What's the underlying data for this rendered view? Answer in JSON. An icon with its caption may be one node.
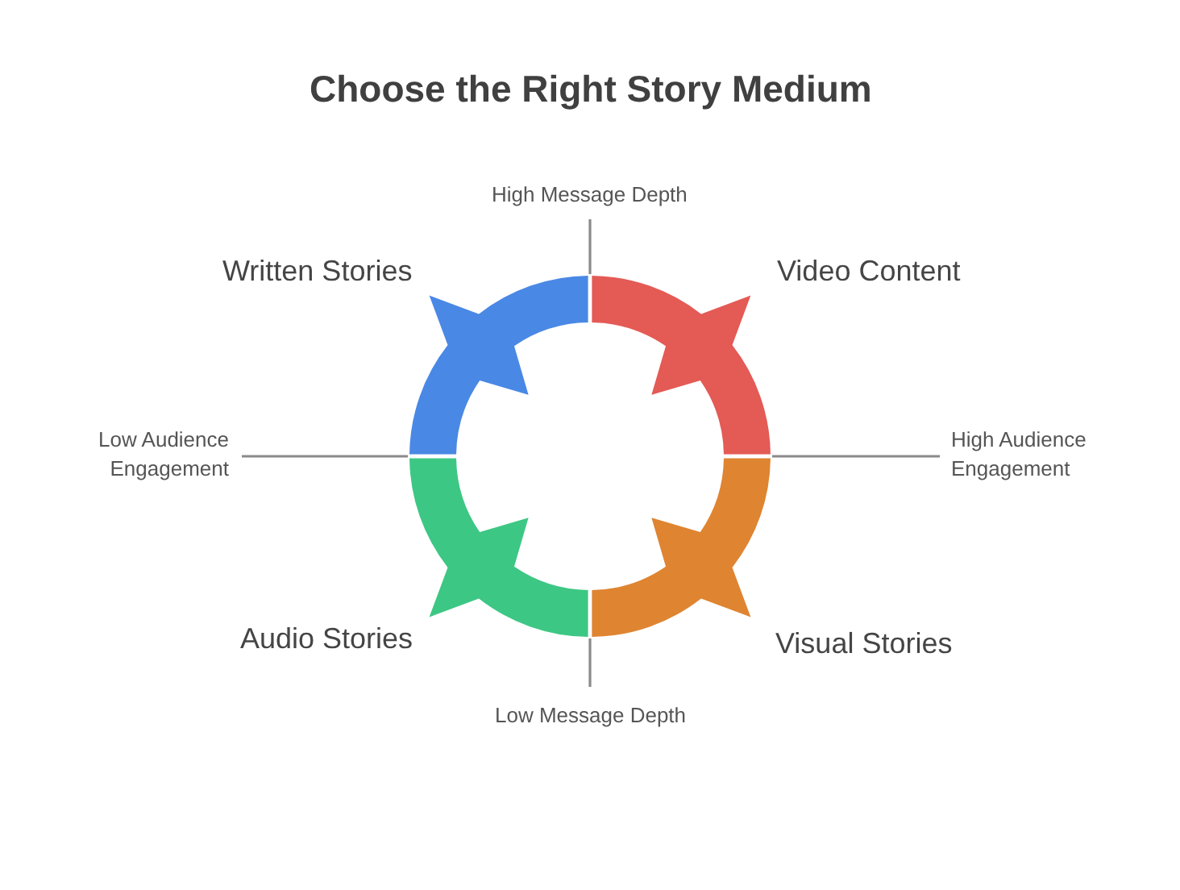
{
  "diagram": {
    "title": "Choose the Right Story Medium",
    "nodes": [
      {
        "text": [
          "Written Stories"
        ]
      },
      {
        "text": [
          "Video Content"
        ]
      },
      {
        "text": [
          "Audio Stories"
        ]
      },
      {
        "text": [
          "Visual Stories"
        ]
      }
    ],
    "labels": [
      "High Message Depth",
      "Low Audience Engagement",
      "High Audience Engagement",
      "Low Message Depth"
    ]
  }
}
